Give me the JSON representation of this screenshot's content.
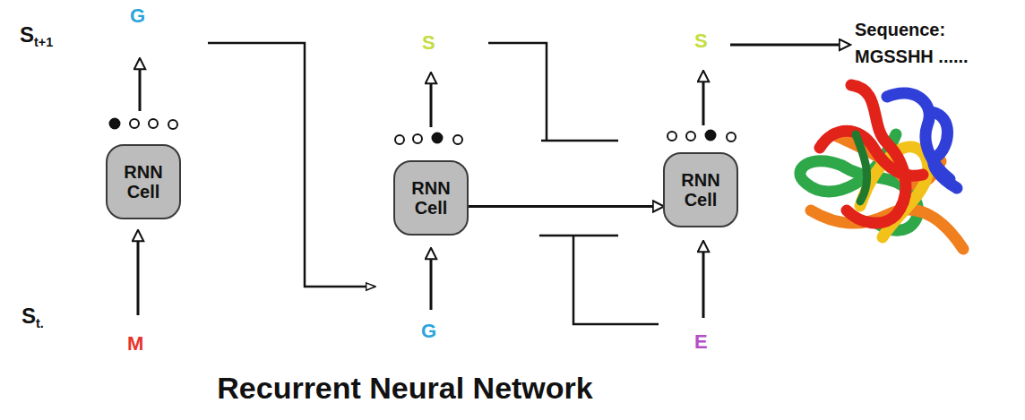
{
  "diagram": {
    "caption": "Recurrent Neural Network",
    "nodes": [
      {
        "text": [
          "RNN Cell"
        ]
      },
      {
        "text": [
          "RNN Cell"
        ]
      },
      {
        "text": [
          "RNN Cell"
        ]
      }
    ],
    "edges": [
      {
        "from": 1,
        "to": 2,
        "arrow": "to"
      }
    ],
    "labels": [
      "St+1",
      "St.",
      "G",
      "S",
      "S",
      "M",
      "G",
      "E",
      "Sequence:",
      "MGSSHH ......"
    ]
  }
}
